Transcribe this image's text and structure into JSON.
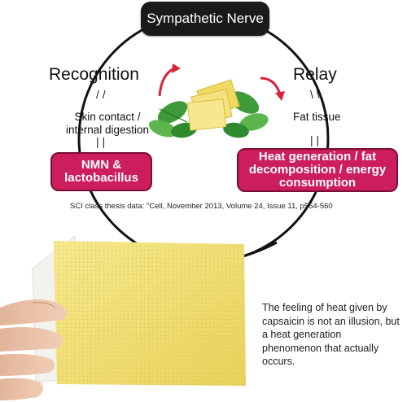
{
  "header": {
    "title": "Sympathetic Nerve"
  },
  "left": {
    "heading": "Recognition",
    "ticks_top": "/ /",
    "caption_line1": "Skin contact /",
    "caption_line2": "internal digestion",
    "ticks_bottom": "| |",
    "box_line1": "NMN &",
    "box_line2": "lactobacillus"
  },
  "right": {
    "heading": "Relay",
    "ticks_top": "\\ \\",
    "caption": "Fat tissue",
    "ticks_bottom": "| |",
    "box_line1": "Heat generation / fat",
    "box_line2": "decomposition /  energy",
    "box_line3": "consumption"
  },
  "citation": "SCI class thesis data: \"Cell, November 2013, Volume 24, Issue 11, p554-560",
  "description": "The feeling of heat given by capsaicin is not an illusion, but a heat generation phenomenon that actually occurs.",
  "colors": {
    "accent_pink": "#cc1e5c",
    "dark_pill": "#1a1a1a",
    "arrow_red": "#d8223a",
    "patch_yellow": "#f2e27a",
    "leaf_green": "#3f9a3a"
  },
  "icons": [
    "curved-arrow-icon",
    "mint-leaf-icon",
    "patch-icon"
  ]
}
